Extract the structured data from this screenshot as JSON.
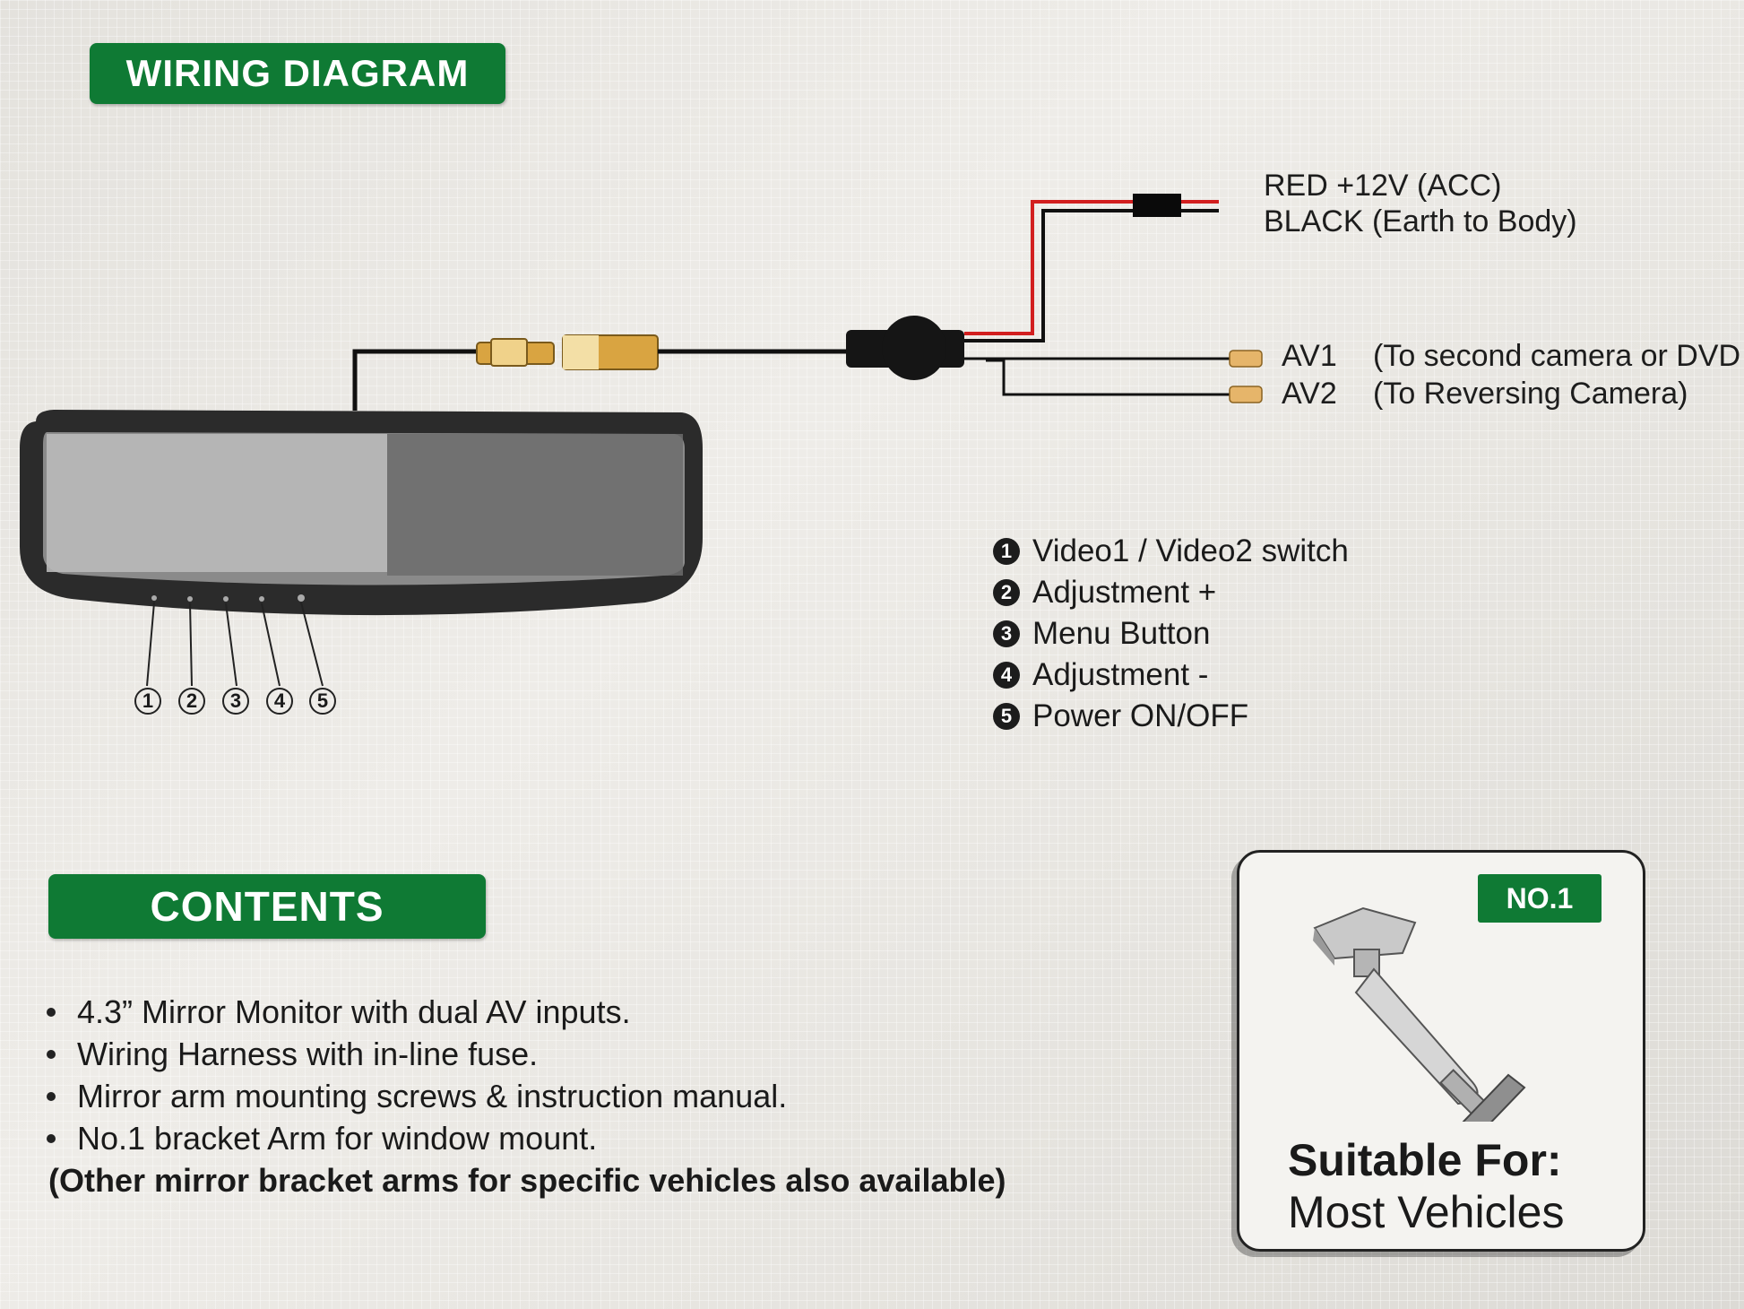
{
  "sections": {
    "wiring_title": "WIRING DIAGRAM",
    "contents_title": "CONTENTS"
  },
  "power_labels": {
    "red": "RED +12V (ACC)",
    "black": "BLACK (Earth to Body)"
  },
  "av_inputs": [
    {
      "name": "AV1",
      "desc": "(To second camera or DVD"
    },
    {
      "name": "AV2",
      "desc": "(To Reversing Camera)"
    }
  ],
  "button_numbers": [
    "1",
    "2",
    "3",
    "4",
    "5"
  ],
  "legend": [
    {
      "num": "1",
      "label": "Video1 / Video2 switch"
    },
    {
      "num": "2",
      "label": "Adjustment +"
    },
    {
      "num": "3",
      "label": "Menu Button"
    },
    {
      "num": "4",
      "label": "Adjustment -"
    },
    {
      "num": "5",
      "label": "Power ON/OFF"
    }
  ],
  "contents": [
    "4.3” Mirror Monitor with dual AV inputs.",
    "Wiring Harness with in-line fuse.",
    "Mirror arm mounting screws & instruction manual.",
    "No.1 bracket Arm for window mount."
  ],
  "contents_note": "(Other mirror bracket arms for specific vehicles also available)",
  "bracket_box": {
    "badge": "NO.1",
    "suitable_label": "Suitable For:",
    "suitable_value": "Most Vehicles"
  },
  "colors": {
    "green_pill": "#0f7a34",
    "red_wire": "#d21f1f",
    "black_wire": "#111111",
    "connector_gold": "#d9a441"
  }
}
